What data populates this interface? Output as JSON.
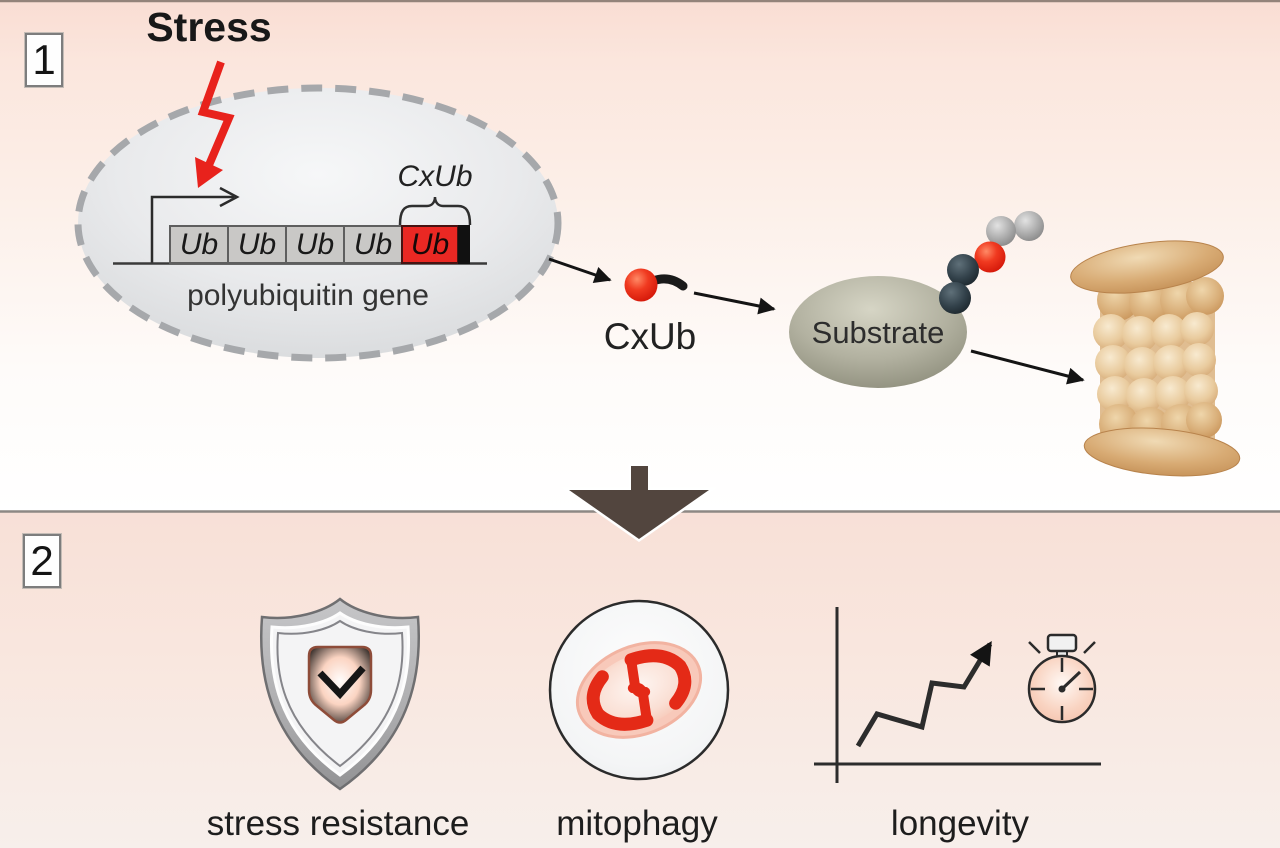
{
  "figure": {
    "panel1": {
      "step": "1",
      "stress": "Stress",
      "gene_name": "polyubiquitin gene",
      "ub_boxes": [
        "Ub",
        "Ub",
        "Ub",
        "Ub",
        "Ub"
      ],
      "bracket_label": "CxUb",
      "protein_label": "CxUb",
      "substrate": "Substrate",
      "icons": [
        "lightning-stress-arrow-icon",
        "cell-ellipse",
        "promoter-arrow-icon",
        "ubiquitin-ball-icon",
        "ubiquitin-chain-icon",
        "proteasome-icon"
      ]
    },
    "panel2": {
      "step": "2",
      "outcomes": [
        {
          "label": "stress resistance",
          "icon": "shield-check-icon"
        },
        {
          "label": "mitophagy",
          "icon": "mitochondrion-icon"
        },
        {
          "label": "longevity",
          "icon": "rising-chart-stopwatch-icon"
        }
      ]
    },
    "colors": {
      "accent_red": "#e8221c",
      "cell_gray": "#e6e8ea",
      "substrate_olive": "#9b9b8a",
      "proteasome_tan": "#d2a371",
      "shield_gray": "#b5b5b7",
      "badge_salmon": "#f3b093",
      "divider_arrow": "#52453e",
      "background_pink": "#f9e2d9"
    }
  }
}
